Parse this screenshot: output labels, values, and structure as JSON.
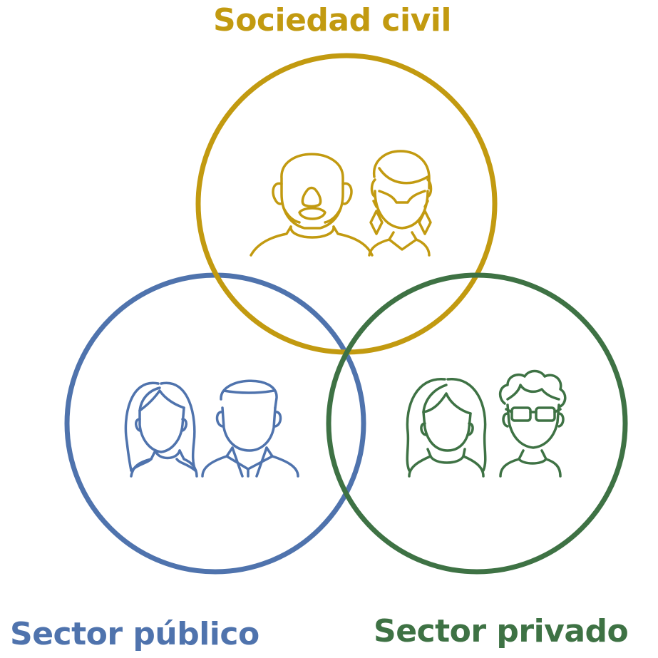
{
  "colors": {
    "civil": "#c29a10",
    "publico": "#4f73ad",
    "privado": "#3e7244"
  },
  "groups": {
    "civil": {
      "label": "Sociedad civil",
      "icons": [
        "bearded-man-icon",
        "woman-with-earrings-icon"
      ]
    },
    "publico": {
      "label": "Sector público",
      "icons": [
        "woman-icon",
        "man-with-collar-icon"
      ]
    },
    "privado": {
      "label": "Sector privado",
      "icons": [
        "long-haired-woman-icon",
        "curly-haired-man-with-glasses-icon"
      ]
    }
  }
}
